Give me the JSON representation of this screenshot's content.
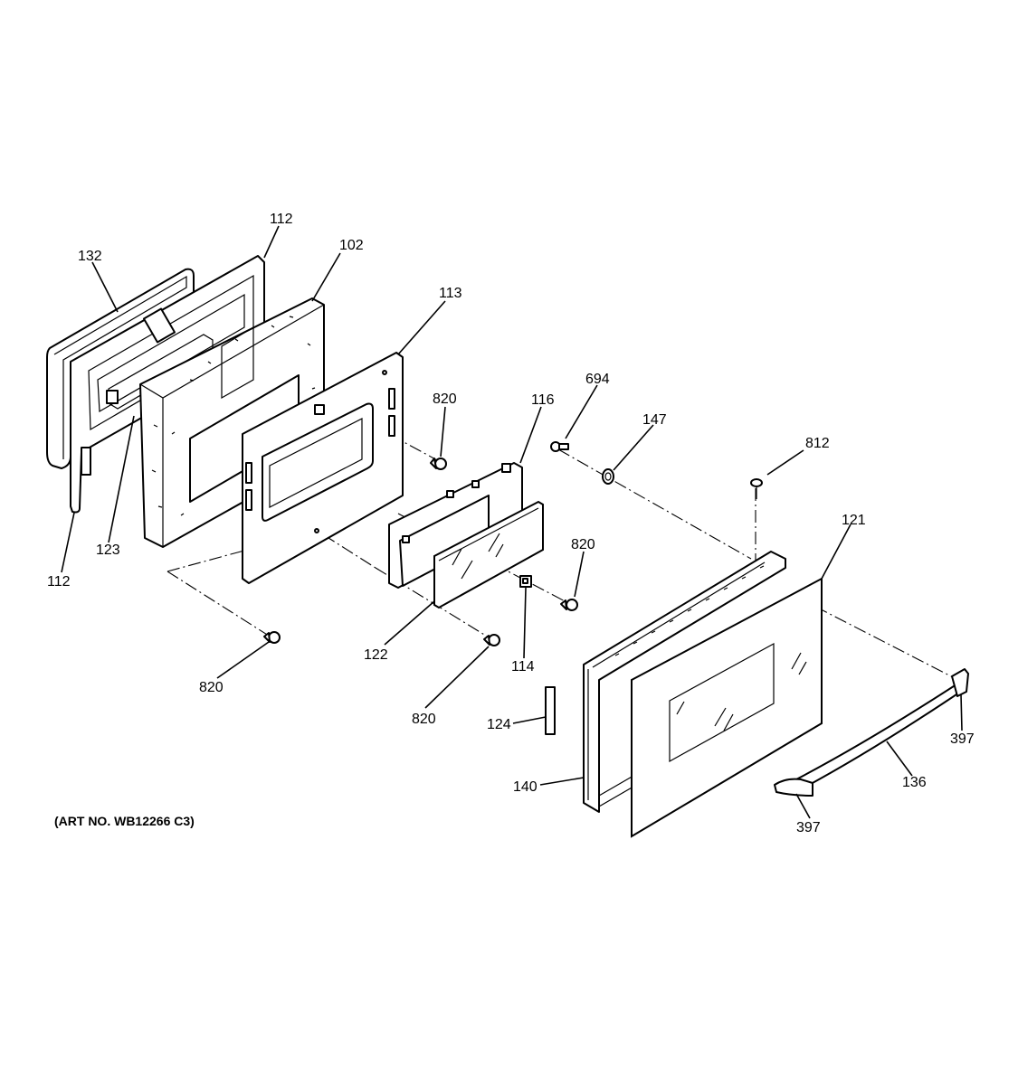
{
  "diagram": {
    "art_number": "(ART NO. WB12266 C3)",
    "callouts": {
      "c132": "132",
      "c112_top": "112",
      "c102": "102",
      "c113": "113",
      "c820_upper": "820",
      "c116": "116",
      "c694": "694",
      "c147": "147",
      "c812": "812",
      "c121": "121",
      "c820_mid": "820",
      "c112_bottom": "112",
      "c123": "123",
      "c122": "122",
      "c114": "114",
      "c820_left": "820",
      "c820_bottom": "820",
      "c124": "124",
      "c397_right": "397",
      "c136": "136",
      "c140": "140",
      "c397_bottom": "397"
    }
  }
}
